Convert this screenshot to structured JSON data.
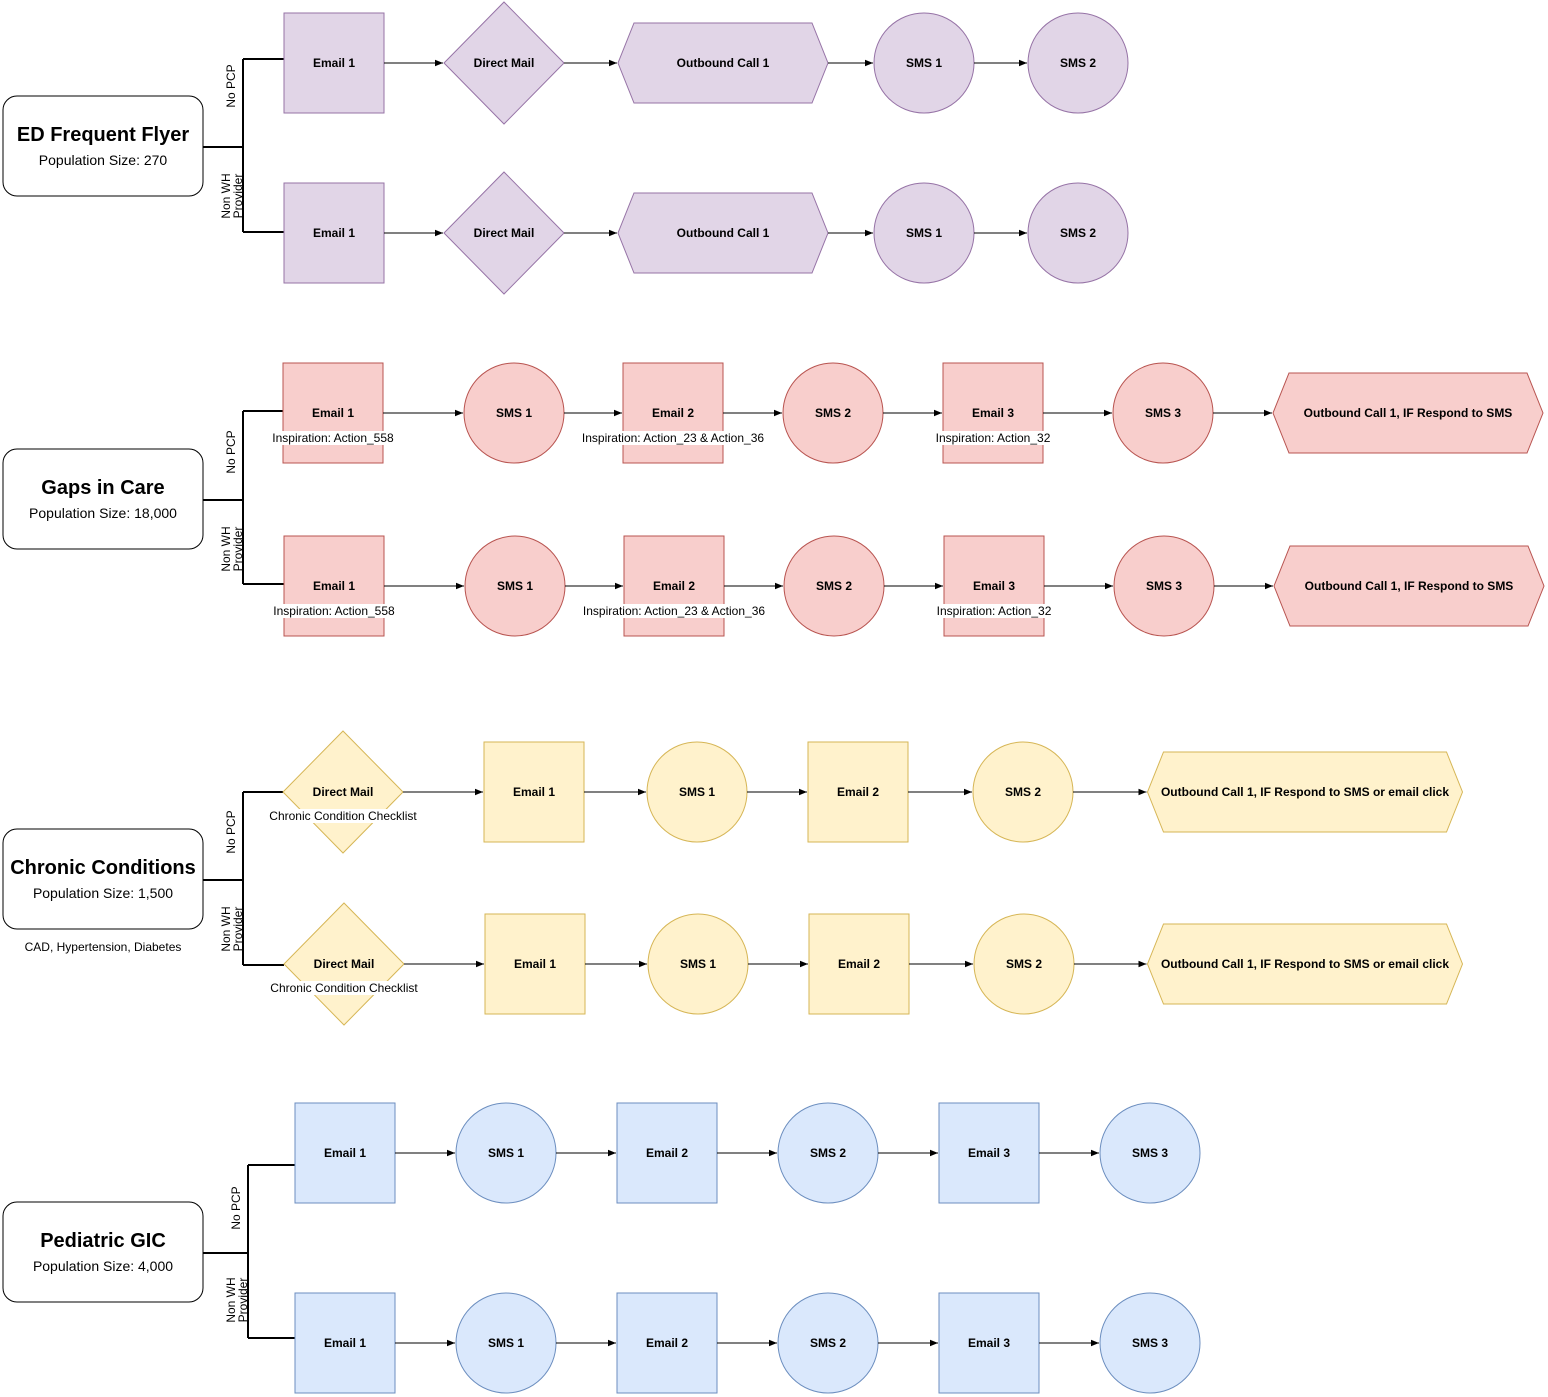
{
  "groups": [
    {
      "title": "ED Frequent Flyer",
      "population": "Population Size: 270",
      "note": "",
      "theme": {
        "fill": "#e1d5e7",
        "stroke": "#9673a6"
      },
      "branches": [
        {
          "label_lines": [
            "No PCP"
          ],
          "steps": [
            {
              "shape": "square",
              "label": "Email 1"
            },
            {
              "shape": "diamond",
              "label": "Direct Mail"
            },
            {
              "shape": "hexagon",
              "label": "Outbound Call 1"
            },
            {
              "shape": "circle",
              "label": "SMS 1"
            },
            {
              "shape": "circle",
              "label": "SMS 2"
            }
          ]
        },
        {
          "label_lines": [
            "Non WH",
            "Provider"
          ],
          "steps": [
            {
              "shape": "square",
              "label": "Email 1"
            },
            {
              "shape": "diamond",
              "label": "Direct Mail"
            },
            {
              "shape": "hexagon",
              "label": "Outbound Call 1"
            },
            {
              "shape": "circle",
              "label": "SMS 1"
            },
            {
              "shape": "circle",
              "label": "SMS 2"
            }
          ]
        }
      ]
    },
    {
      "title": "Gaps in Care",
      "population": "Population Size: 18,000",
      "note": "",
      "theme": {
        "fill": "#f8cecc",
        "stroke": "#b85450"
      },
      "branches": [
        {
          "label_lines": [
            "No PCP"
          ],
          "steps": [
            {
              "shape": "square",
              "label": "Email 1",
              "sublabel": "Inspiration: Action_558"
            },
            {
              "shape": "circle",
              "label": "SMS 1"
            },
            {
              "shape": "square",
              "label": "Email 2",
              "sublabel": "Inspiration: Action_23 & Action_36"
            },
            {
              "shape": "circle",
              "label": "SMS 2"
            },
            {
              "shape": "square",
              "label": "Email 3",
              "sublabel": "Inspiration: Action_32"
            },
            {
              "shape": "circle",
              "label": "SMS 3"
            },
            {
              "shape": "hexagon",
              "label": "Outbound Call 1, IF Respond to SMS"
            }
          ]
        },
        {
          "label_lines": [
            "Non WH",
            "Provider"
          ],
          "steps": [
            {
              "shape": "square",
              "label": "Email 1",
              "sublabel": "Inspiration: Action_558"
            },
            {
              "shape": "circle",
              "label": "SMS 1"
            },
            {
              "shape": "square",
              "label": "Email 2",
              "sublabel": "Inspiration: Action_23 & Action_36"
            },
            {
              "shape": "circle",
              "label": "SMS 2"
            },
            {
              "shape": "square",
              "label": "Email 3",
              "sublabel": "Inspiration: Action_32"
            },
            {
              "shape": "circle",
              "label": "SMS 3"
            },
            {
              "shape": "hexagon",
              "label": "Outbound Call 1, IF Respond to SMS"
            }
          ]
        }
      ]
    },
    {
      "title": "Chronic Conditions",
      "population": "Population Size: 1,500",
      "note": "CAD, Hypertension, Diabetes",
      "theme": {
        "fill": "#fff2cc",
        "stroke": "#d6b656"
      },
      "branches": [
        {
          "label_lines": [
            "No PCP"
          ],
          "steps": [
            {
              "shape": "diamond",
              "label": "Direct Mail",
              "sublabel": "Chronic Condition Checklist"
            },
            {
              "shape": "square",
              "label": "Email 1"
            },
            {
              "shape": "circle",
              "label": "SMS 1"
            },
            {
              "shape": "square",
              "label": "Email 2"
            },
            {
              "shape": "circle",
              "label": "SMS 2"
            },
            {
              "shape": "hexagon",
              "label": "Outbound Call 1, IF Respond to SMS or email click"
            }
          ]
        },
        {
          "label_lines": [
            "Non WH",
            "Provider"
          ],
          "steps": [
            {
              "shape": "diamond",
              "label": "Direct Mail",
              "sublabel": "Chronic Condition Checklist"
            },
            {
              "shape": "square",
              "label": "Email 1"
            },
            {
              "shape": "circle",
              "label": "SMS 1"
            },
            {
              "shape": "square",
              "label": "Email 2"
            },
            {
              "shape": "circle",
              "label": "SMS 2"
            },
            {
              "shape": "hexagon",
              "label": "Outbound Call 1, IF Respond to SMS or email click"
            }
          ]
        }
      ]
    },
    {
      "title": "Pediatric GIC",
      "population": "Population Size: 4,000",
      "note": "",
      "theme": {
        "fill": "#dae8fc",
        "stroke": "#6c8ebf"
      },
      "branches": [
        {
          "label_lines": [
            "No PCP"
          ],
          "steps": [
            {
              "shape": "square",
              "label": "Email 1"
            },
            {
              "shape": "circle",
              "label": "SMS 1"
            },
            {
              "shape": "square",
              "label": "Email 2"
            },
            {
              "shape": "circle",
              "label": "SMS 2"
            },
            {
              "shape": "square",
              "label": "Email 3"
            },
            {
              "shape": "circle",
              "label": "SMS 3"
            }
          ]
        },
        {
          "label_lines": [
            "Non WH",
            "Provider"
          ],
          "steps": [
            {
              "shape": "square",
              "label": "Email 1"
            },
            {
              "shape": "circle",
              "label": "SMS 1"
            },
            {
              "shape": "square",
              "label": "Email 2"
            },
            {
              "shape": "circle",
              "label": "SMS 2"
            },
            {
              "shape": "square",
              "label": "Email 3"
            },
            {
              "shape": "circle",
              "label": "SMS 3"
            }
          ]
        }
      ]
    }
  ]
}
